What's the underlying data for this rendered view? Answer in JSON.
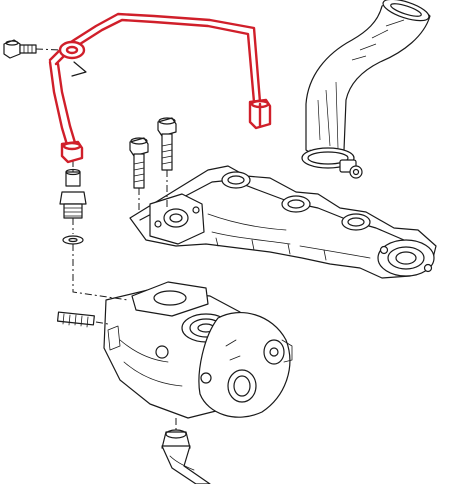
{
  "colors": {
    "highlight": "#d01f2a",
    "ink": "#1a1a1a",
    "background": "#ffffff"
  },
  "parts": [
    {
      "id": "oil-feed-pipe",
      "highlighted": true
    },
    {
      "id": "banjo-bolt",
      "highlighted": false
    },
    {
      "id": "pipe-union-nut",
      "highlighted": true
    },
    {
      "id": "union-adapter",
      "highlighted": false
    },
    {
      "id": "sealing-washer",
      "highlighted": false
    },
    {
      "id": "manifold-bolts",
      "highlighted": false
    },
    {
      "id": "exhaust-manifold",
      "highlighted": false
    },
    {
      "id": "air-hose",
      "highlighted": false
    },
    {
      "id": "hose-clamp",
      "highlighted": false
    },
    {
      "id": "turbocharger",
      "highlighted": false
    },
    {
      "id": "stud",
      "highlighted": false
    },
    {
      "id": "oil-return-pipe",
      "highlighted": false
    }
  ]
}
